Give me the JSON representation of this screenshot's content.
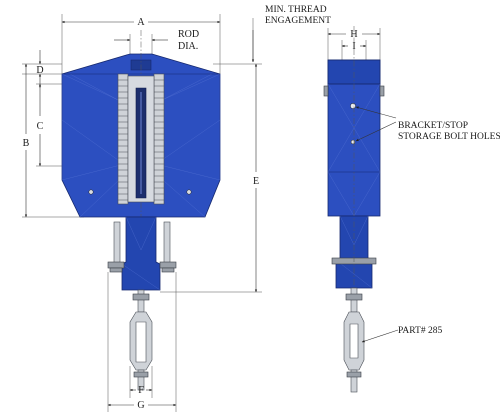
{
  "labels": {
    "a": "A",
    "b": "B",
    "c": "C",
    "d": "D",
    "e": "E",
    "f": "F",
    "g": "G",
    "h": "H",
    "i": "I",
    "rod_line1": "ROD",
    "rod_line2": "DIA.",
    "thread_line1": "MIN. THREAD",
    "thread_line2": "ENGAGEMENT",
    "holes_line1": "BRACKET/STOP",
    "holes_line2": "STORAGE BOLT HOLES",
    "part": "PART# 285"
  },
  "colors": {
    "body": "#2c4fc0",
    "outline": "#16296e",
    "steel": "#cfd3d8"
  }
}
